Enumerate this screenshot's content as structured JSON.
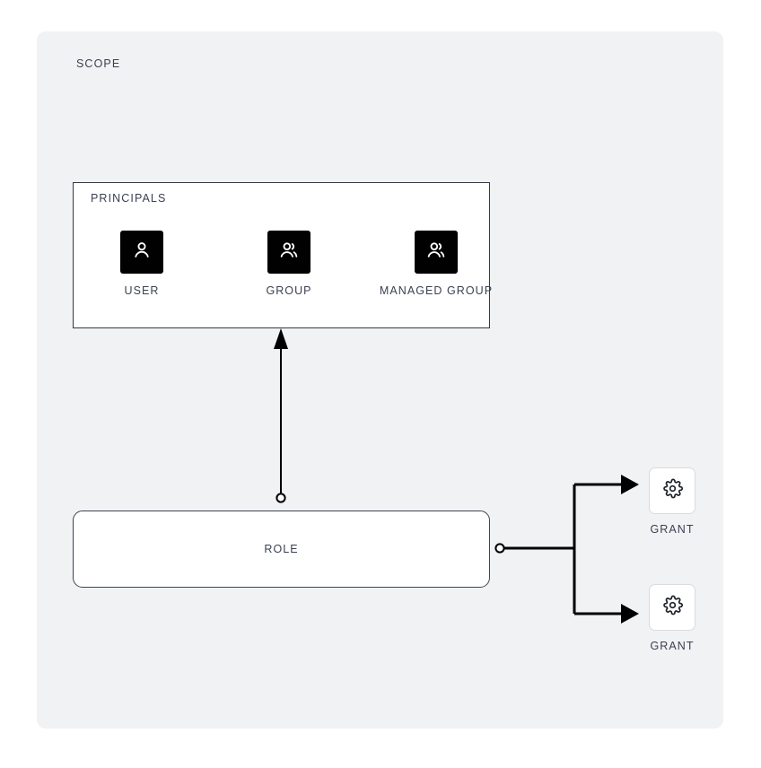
{
  "diagram": {
    "scope": {
      "label": "SCOPE",
      "background_color": "#f1f2f4",
      "text_color": "#3b4151"
    },
    "principals": {
      "label": "PRINCIPALS",
      "border_color": "#343a44",
      "background_color": "#ffffff",
      "items": [
        {
          "label": "USER",
          "icon": "user-icon",
          "tile_color": "#010101",
          "glyph_color": "#ffffff"
        },
        {
          "label": "GROUP",
          "icon": "group-icon",
          "tile_color": "#010101",
          "glyph_color": "#ffffff"
        },
        {
          "label": "MANAGED GROUP",
          "icon": "group-icon",
          "tile_color": "#010101",
          "glyph_color": "#ffffff"
        }
      ]
    },
    "role": {
      "label": "ROLE",
      "border_color": "#3f4450",
      "background_color": "#ffffff"
    },
    "grants": [
      {
        "label": "GRANT",
        "icon": "gear-icon",
        "border_color": "#d9dbdf",
        "background_color": "#ffffff"
      },
      {
        "label": "GRANT",
        "icon": "gear-icon",
        "border_color": "#d9dbdf",
        "background_color": "#ffffff"
      }
    ],
    "edges": [
      {
        "name": "role-to-principals",
        "from": "role",
        "to": "principals",
        "start_marker": "circle",
        "end_marker": "arrow",
        "color": "#000000"
      },
      {
        "name": "role-to-grant-1",
        "from": "role",
        "to": "grant-1",
        "start_marker": "circle",
        "end_marker": "arrow",
        "color": "#000000"
      },
      {
        "name": "role-to-grant-2",
        "from": "role",
        "to": "grant-2",
        "start_marker": "circle",
        "end_marker": "arrow",
        "color": "#000000"
      }
    ]
  }
}
